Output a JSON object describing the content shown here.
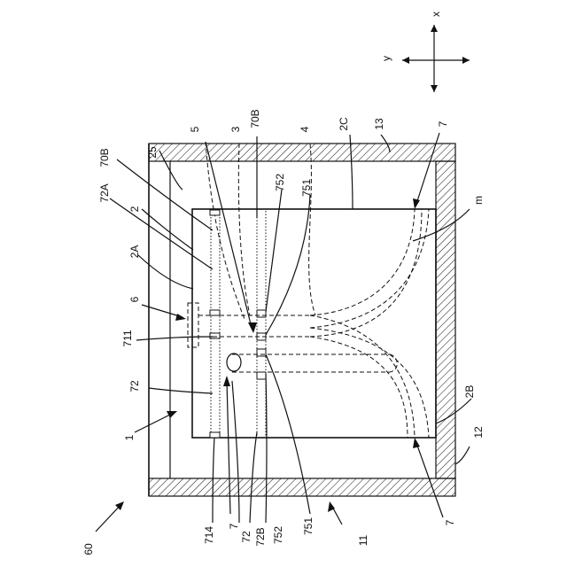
{
  "axis": {
    "x": "x",
    "y": "y"
  },
  "labels": {
    "l60": "60",
    "l11": "11",
    "l12": "12",
    "l13": "13",
    "l1": "1",
    "l2": "2",
    "l25": "25",
    "l2A": "2A",
    "l2B": "2B",
    "l2C": "2C",
    "l3": "3",
    "l4": "4",
    "l5": "5",
    "l6": "6",
    "l7a": "7",
    "l7b": "7",
    "l7c": "7",
    "lm": "m",
    "l70B_left": "70B",
    "l70B_top": "70B",
    "l72A": "72A",
    "l72_left": "72",
    "l72_bottom": "72",
    "l72B": "72B",
    "l711": "711",
    "l714": "714",
    "l752_top": "752",
    "l751_top": "751",
    "l752_bottom": "752",
    "l751_bottom": "751"
  }
}
